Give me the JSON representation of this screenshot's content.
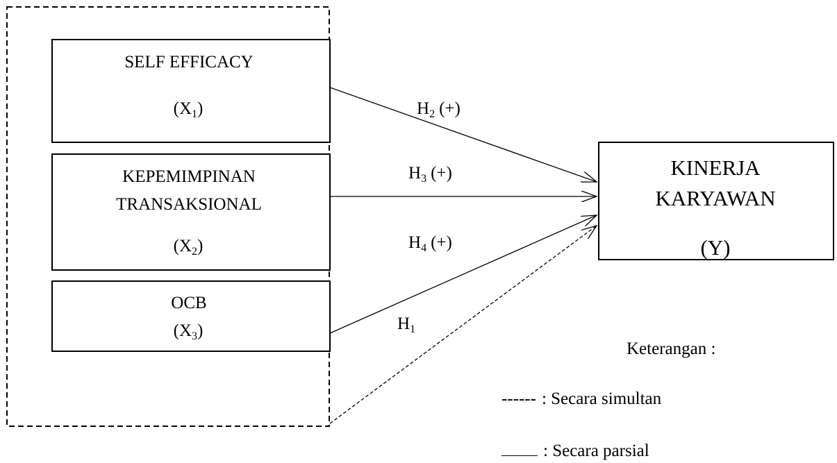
{
  "diagram": {
    "nodes": {
      "x1": {
        "name": "SELF EFFICACY",
        "symbol": "X",
        "subscript": "1"
      },
      "x2": {
        "name_line1": "KEPEMIMPINAN",
        "name_line2": "TRANSAKSIONAL",
        "symbol": "X",
        "subscript": "2"
      },
      "x3": {
        "name": "OCB",
        "symbol": "X",
        "subscript": "3"
      },
      "y": {
        "name_line1": "KINERJA",
        "name_line2": "KARYAWAN",
        "symbol": "(Y)"
      }
    },
    "edges": {
      "h1": {
        "letter": "H",
        "subscript": "1",
        "sign": "",
        "style": "dashed"
      },
      "h2": {
        "letter": "H",
        "subscript": "2",
        "sign": "(+)",
        "style": "solid"
      },
      "h3": {
        "letter": "H",
        "subscript": "3",
        "sign": "(+)",
        "style": "solid"
      },
      "h4": {
        "letter": "H",
        "subscript": "4",
        "sign": "(+)",
        "style": "solid"
      }
    },
    "legend": {
      "title": "Keterangan :",
      "dashed_symbol": "------",
      "dashed_label": ": Secara simultan",
      "solid_label": ": Secara parsial"
    }
  }
}
